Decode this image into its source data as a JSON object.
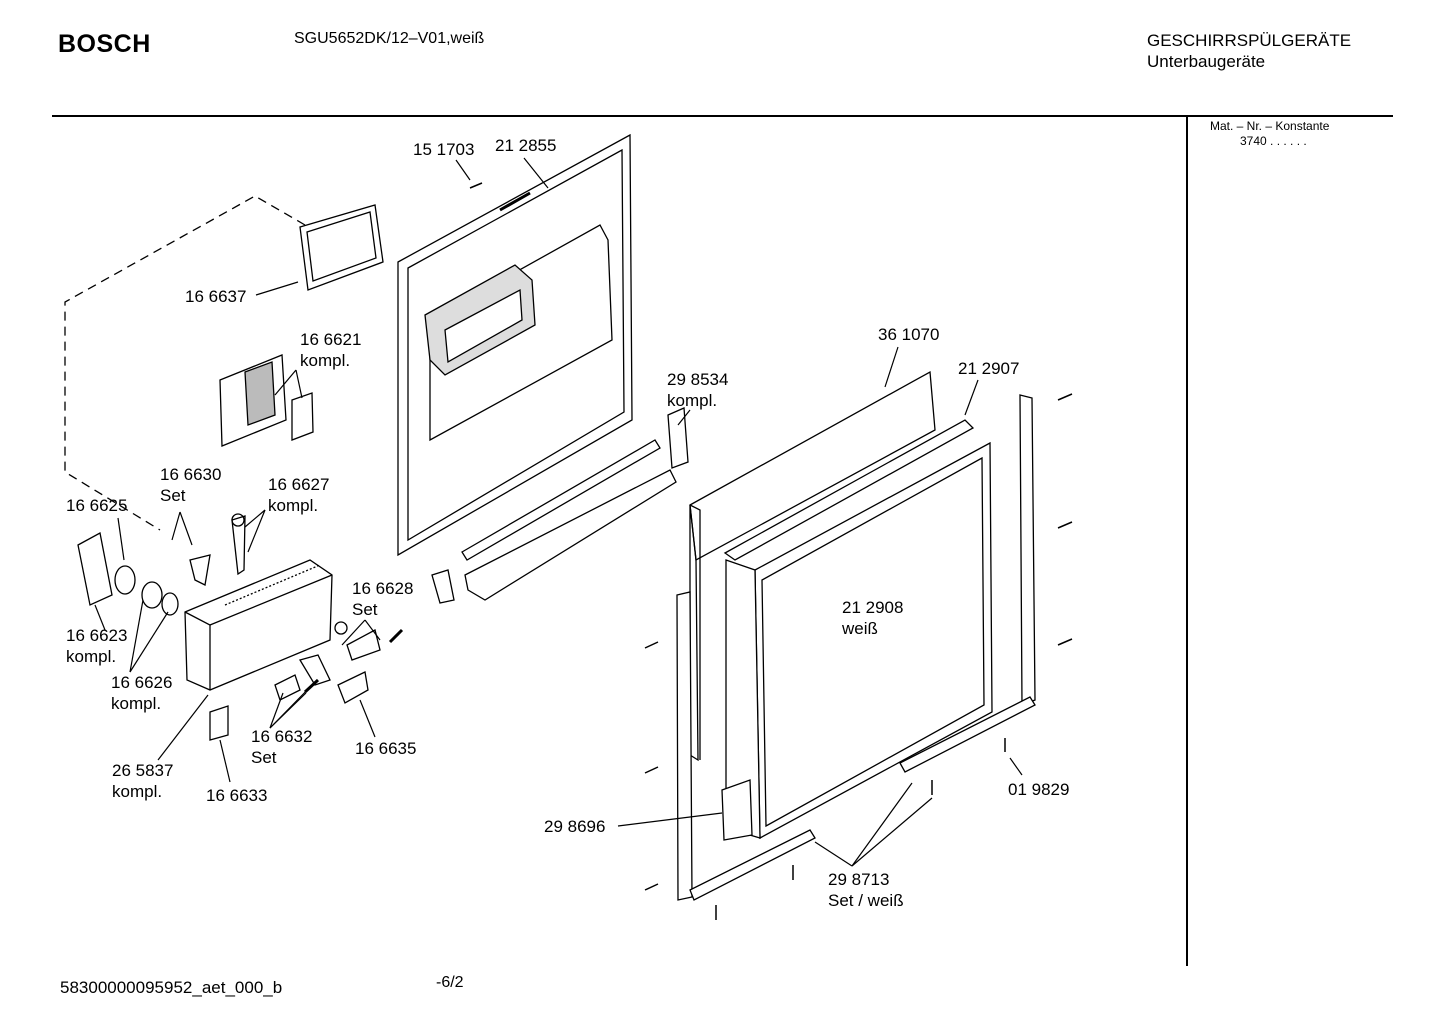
{
  "header": {
    "brand": "BOSCH",
    "model": "SGU5652DK/12–V01,weiß",
    "category_line1": "GESCHIRRSPÜLGERÄTE",
    "category_line2": "Unterbaugeräte"
  },
  "side_panel": {
    "mat_label": "Mat. – Nr. – Konstante",
    "mat_value": "3740 . .   . . . ."
  },
  "footer": {
    "doc_id": "58300000095952_aet_000_b",
    "page": "-6/2"
  },
  "parts": [
    {
      "number": "15 1703"
    },
    {
      "number": "21 2855"
    },
    {
      "number": "16 6637"
    },
    {
      "number": "16 6621",
      "note": "kompl."
    },
    {
      "number": "29 8534",
      "note": "kompl."
    },
    {
      "number": "36 1070"
    },
    {
      "number": "21 2907"
    },
    {
      "number": "16 6630",
      "note": "Set"
    },
    {
      "number": "16 6627",
      "note": "kompl."
    },
    {
      "number": "16 6625"
    },
    {
      "number": "16 6628",
      "note": "Set"
    },
    {
      "number": "16 6623",
      "note": "kompl."
    },
    {
      "number": "16 6626",
      "note": "kompl."
    },
    {
      "number": "21 2908",
      "note": "weiß"
    },
    {
      "number": "16 6632",
      "note": "Set"
    },
    {
      "number": "16 6635"
    },
    {
      "number": "26 5837",
      "note": "kompl."
    },
    {
      "number": "16 6633"
    },
    {
      "number": "01 9829"
    },
    {
      "number": "29 8696"
    },
    {
      "number": "29 8713",
      "note": "Set / weiß"
    }
  ]
}
